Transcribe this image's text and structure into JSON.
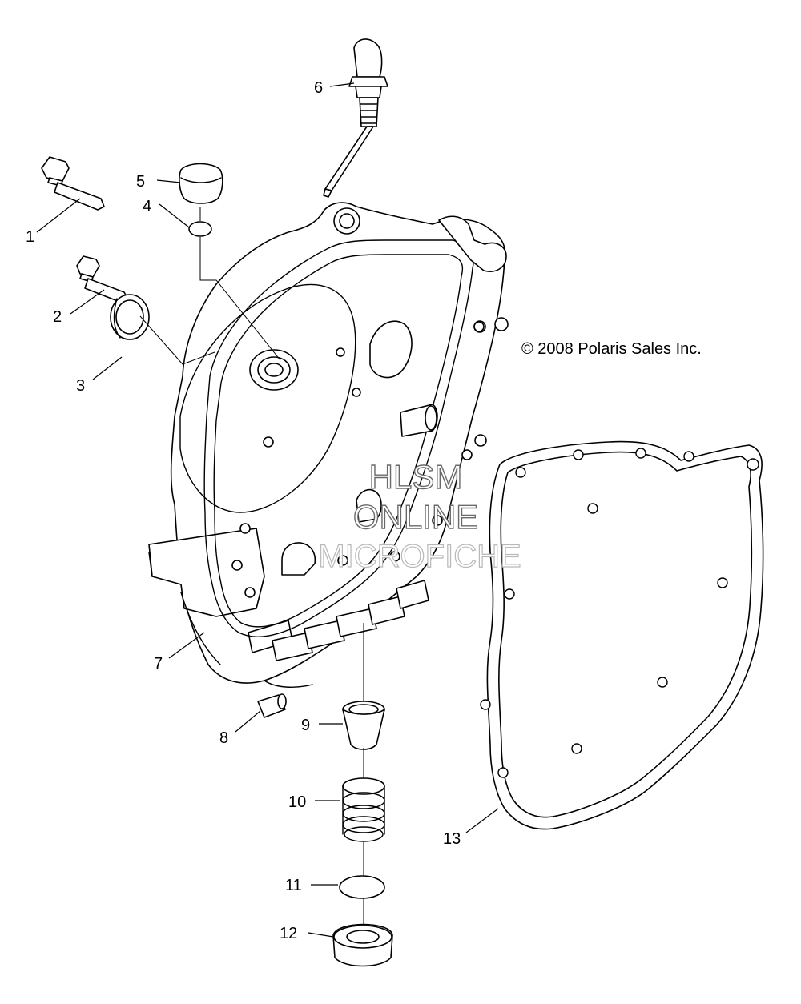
{
  "copyright": "© 2008 Polaris Sales Inc.",
  "watermark": {
    "line1": "HLSM",
    "line2": "ONLINE",
    "line3": "MICROFICHE"
  },
  "callouts": [
    "1",
    "2",
    "3",
    "4",
    "5",
    "6",
    "7",
    "8",
    "9",
    "10",
    "11",
    "12",
    "13"
  ],
  "parts": [
    {
      "ref": "1",
      "icon": "flange-bolt-long-icon"
    },
    {
      "ref": "2",
      "icon": "flange-bolt-short-icon"
    },
    {
      "ref": "3",
      "icon": "seal-ring-icon"
    },
    {
      "ref": "4",
      "icon": "o-ring-small-icon"
    },
    {
      "ref": "5",
      "icon": "plug-cap-icon"
    },
    {
      "ref": "6",
      "icon": "dipstick-icon"
    },
    {
      "ref": "7",
      "icon": "crankcase-cover-icon"
    },
    {
      "ref": "8",
      "icon": "dowel-pin-icon"
    },
    {
      "ref": "9",
      "icon": "screen-cup-icon"
    },
    {
      "ref": "10",
      "icon": "spring-icon"
    },
    {
      "ref": "11",
      "icon": "o-ring-icon"
    },
    {
      "ref": "12",
      "icon": "drain-plug-icon"
    },
    {
      "ref": "13",
      "icon": "gasket-icon"
    }
  ]
}
